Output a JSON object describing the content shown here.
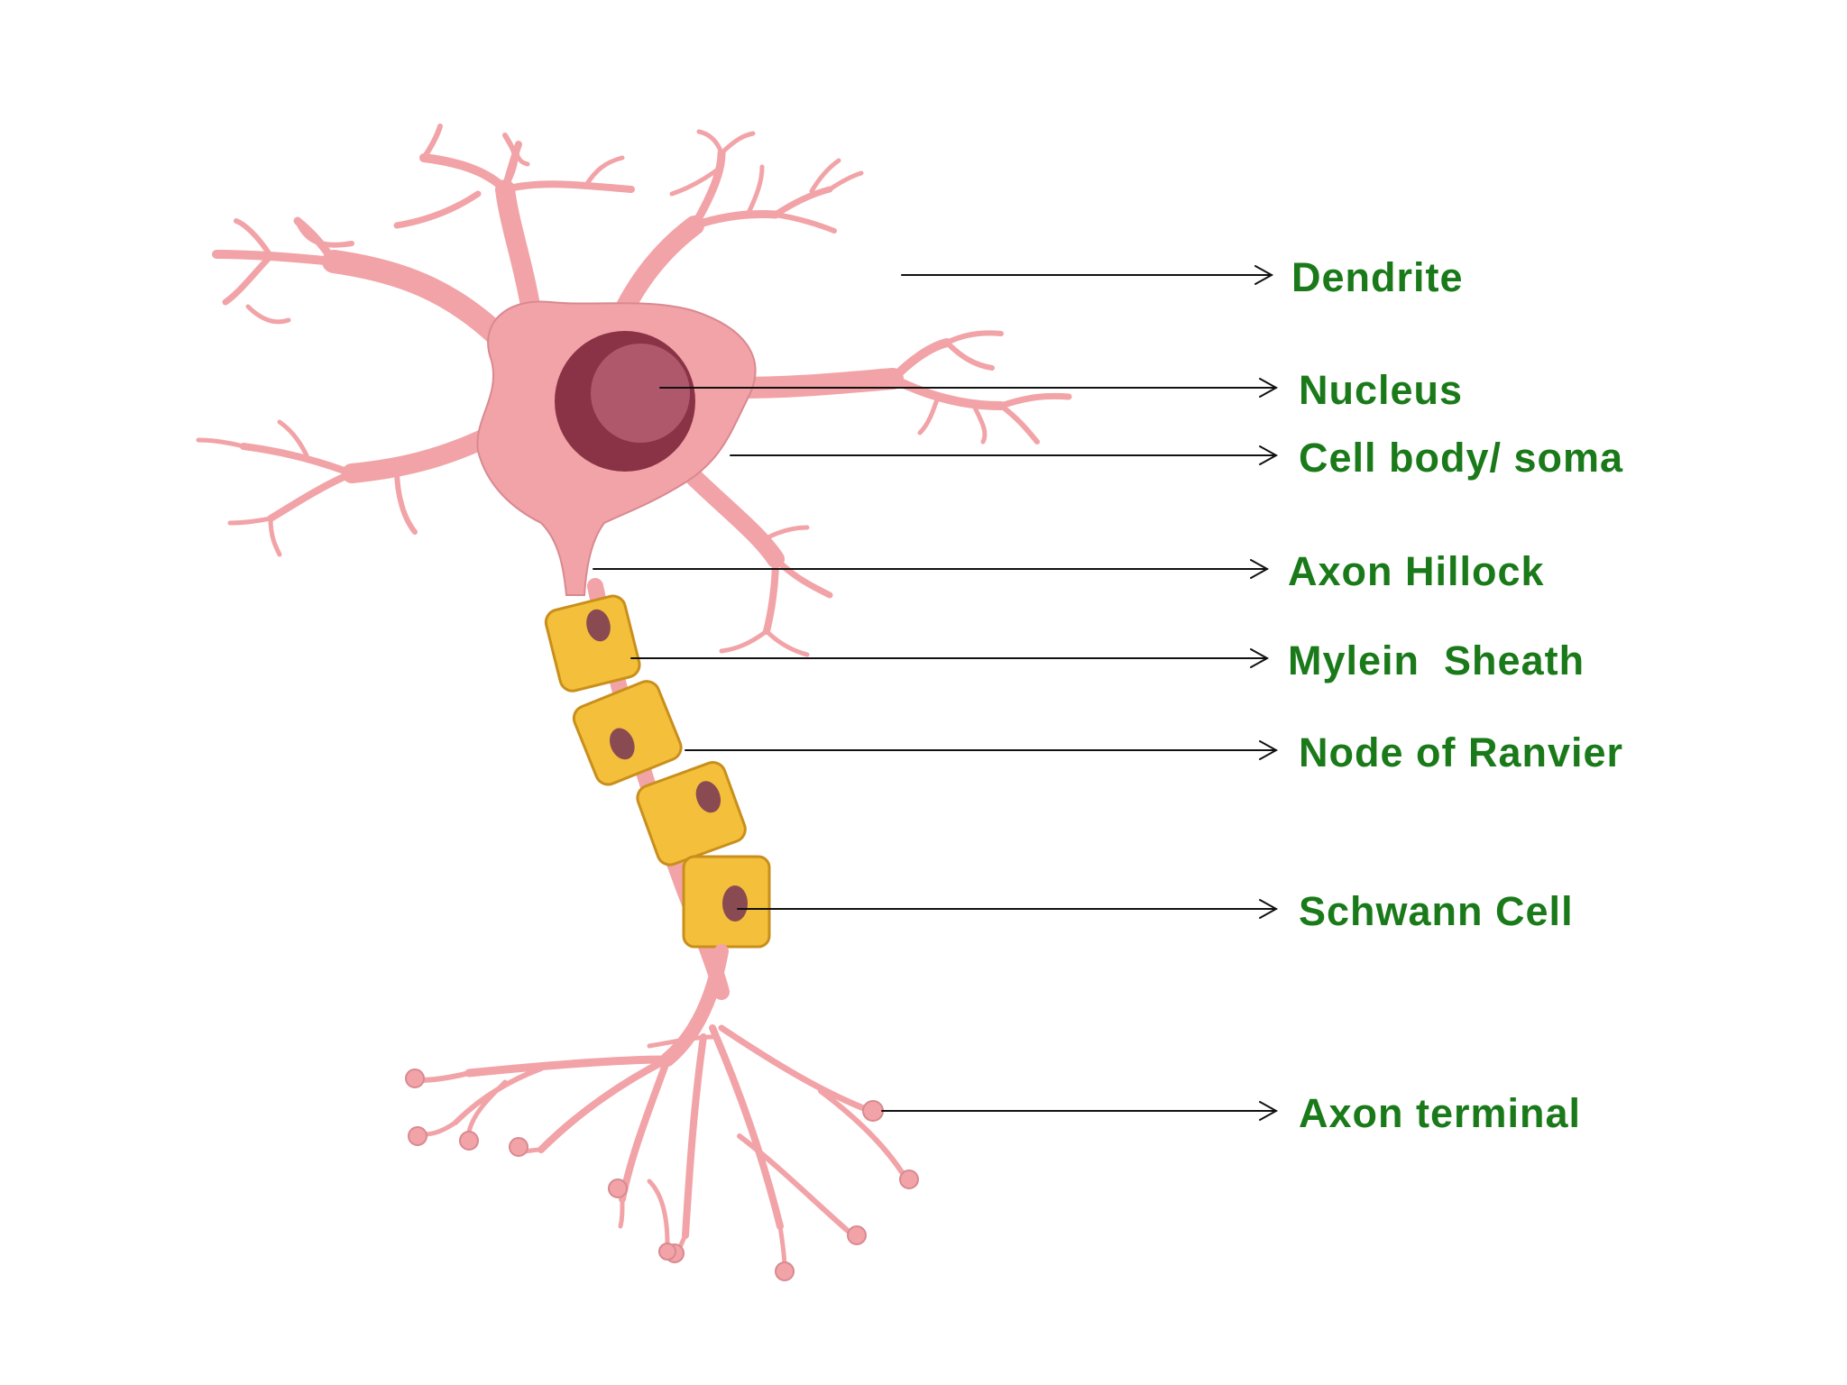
{
  "colors": {
    "label_text": "#1a7a1a",
    "leader_line": "#111111",
    "neuron_fill": "#f2a3a7",
    "neuron_stroke": "#c9747b",
    "nucleus_outer": "#8a3346",
    "nucleus_inner": "#b0586b",
    "schwann_fill": "#f4bf3a",
    "schwann_stroke": "#c98f1c",
    "schwann_nucleus": "#8a4a52"
  },
  "labels": {
    "dendrite": "Dendrite",
    "nucleus": "Nucleus",
    "soma": "Cell body/ soma",
    "axon_hillock": "Axon Hillock",
    "myelin_sheath": "Mylein  Sheath",
    "node_of_ranvier": "Node of Ranvier",
    "schwann_cell": "Schwann Cell",
    "axon_terminal": "Axon terminal"
  }
}
